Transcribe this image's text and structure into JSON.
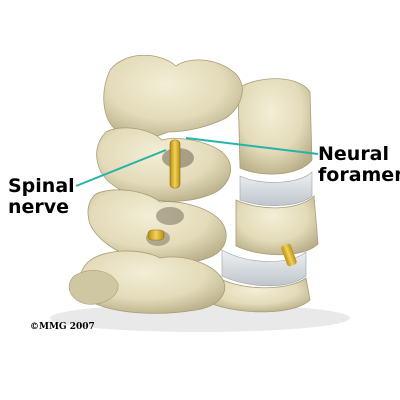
{
  "labels": {
    "spinal_nerve": {
      "line1": "Spinal",
      "line2": "nerve"
    },
    "neural_foramen": {
      "line1": "Neural",
      "line2": "foramen"
    }
  },
  "copyright": "©MMG 2007",
  "colors": {
    "bone": "#e6dfbf",
    "bone_shadow": "#b9b08c",
    "disc": "#d8dde2",
    "nerve": "#d8b22a",
    "leader_line": "#27b3a8",
    "text": "#000000",
    "background": "#ffffff"
  }
}
